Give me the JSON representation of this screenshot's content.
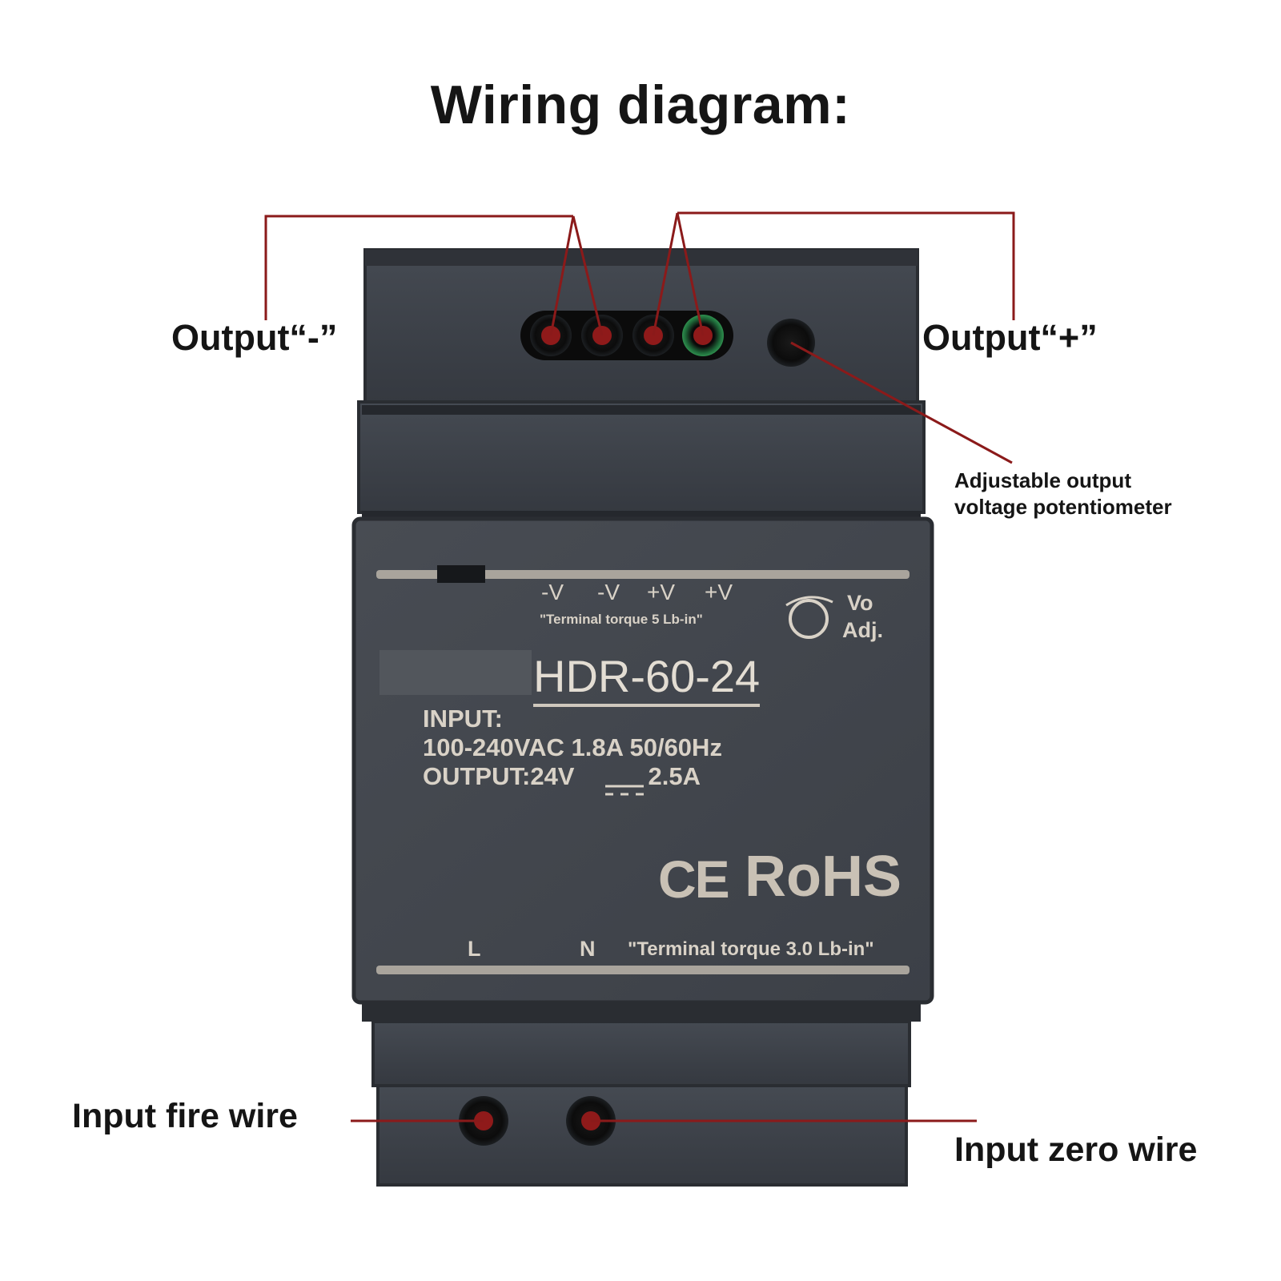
{
  "title": "Wiring diagram:",
  "callouts": {
    "output_negative": "Output“-”",
    "output_positive": "Output“+”",
    "potentiometer": "Adjustable output\nvoltage potentiometer",
    "input_fire": "Input fire wire",
    "input_zero": "Input zero wire"
  },
  "device": {
    "terminal_labels": [
      "-V",
      "-V",
      "+V",
      "+V"
    ],
    "torque_top": "\"Terminal torque 5 Lb-in\"",
    "vo_label": "Vo",
    "adj_label": "Adj.",
    "model": "HDR-60-24",
    "input_heading": "INPUT:",
    "input_value": "100-240VAC 1.8A  50/60Hz",
    "output_prefix": "OUTPUT:24V",
    "output_current": "2.5A",
    "cert_ce": "CE",
    "cert_rohs": "RoHS",
    "input_L": "L",
    "input_N": "N",
    "torque_bottom": "\"Terminal torque 3.0 Lb-in\""
  },
  "colors": {
    "housing": "#3b3f46",
    "housing_dark": "#24272c",
    "callout_line": "#8b1a1a",
    "terminal_screw": "#b11a1a",
    "label_text": "#151515",
    "print_text": "#d9d2c7"
  }
}
